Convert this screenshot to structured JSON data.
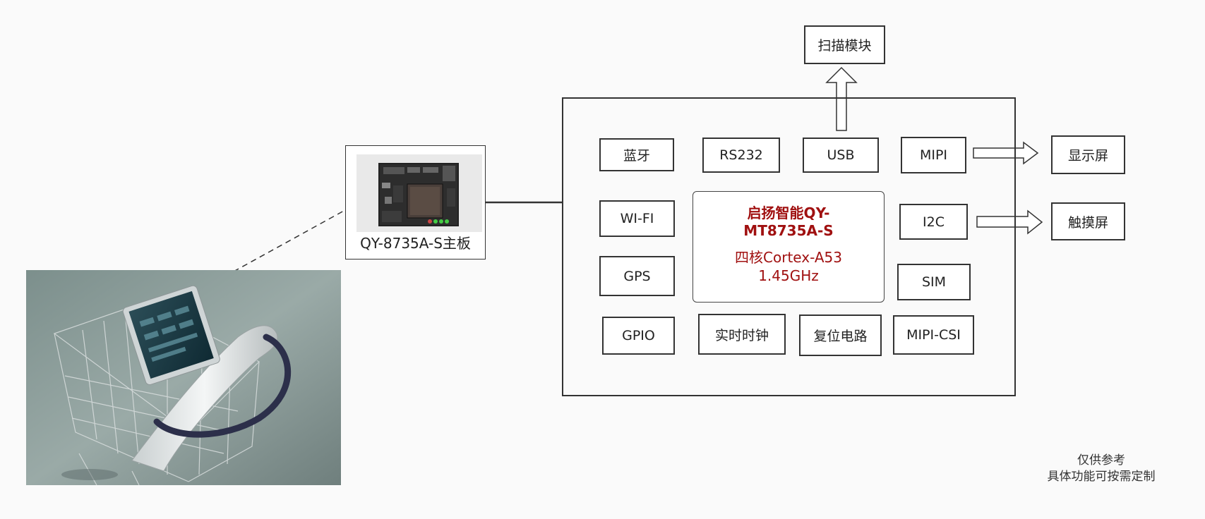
{
  "board": {
    "caption": "QY-8735A-S主板"
  },
  "core": {
    "title": "启扬智能QY-\nMT8735A-S",
    "spec": "四核Cortex-A53\n1.45GHz"
  },
  "modules": {
    "bluetooth": "蓝牙",
    "rs232": "RS232",
    "usb": "USB",
    "mipi": "MIPI",
    "wifi": "WI-FI",
    "i2c": "I2C",
    "gps": "GPS",
    "sim": "SIM",
    "gpio": "GPIO",
    "rtc": "实时时钟",
    "reset": "复位电路",
    "mipi_csi": "MIPI-CSI"
  },
  "peripherals": {
    "scanner": "扫描模块",
    "display": "显示屏",
    "touch": "触摸屏"
  },
  "note": {
    "line1": "仅供参考",
    "line2": "具体功能可按需定制"
  },
  "colors": {
    "accent": "#a01010",
    "border": "#333333"
  }
}
